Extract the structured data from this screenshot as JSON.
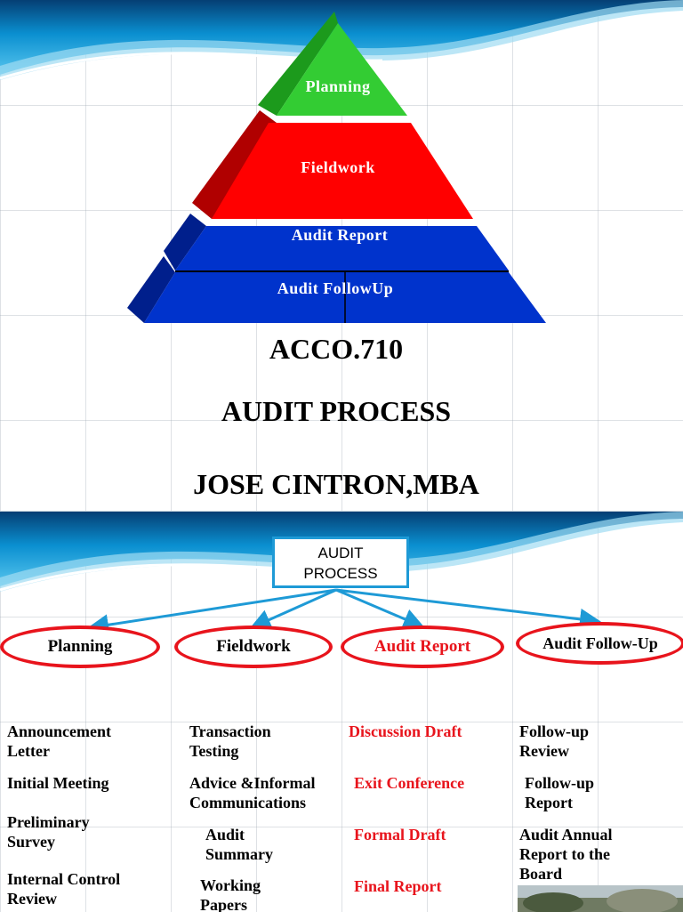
{
  "slide1": {
    "pyramid": [
      {
        "label": "Planning",
        "color": "#33cc33"
      },
      {
        "label": "Fieldwork",
        "color": "#ff0000"
      },
      {
        "label": "Audit Report",
        "color": "#0033cc"
      },
      {
        "label": "Audit FollowUp",
        "color": "#0033cc"
      }
    ],
    "course_code": "ACCO.710",
    "title": "AUDIT PROCESS",
    "author": "JOSE CINTRON,MBA"
  },
  "slide2": {
    "center_box": {
      "line1": "AUDIT",
      "line2": "PROCESS"
    },
    "phases": [
      {
        "label": "Planning",
        "items": [
          "Announcement Letter",
          "Initial Meeting",
          "Preliminary Survey",
          "Internal Control Review"
        ]
      },
      {
        "label": "Fieldwork",
        "items": [
          "Transaction Testing",
          "Advice &Informal Communications",
          "Audit Summary",
          "Working Papers"
        ]
      },
      {
        "label": "Audit Report",
        "items": [
          "Discussion Draft",
          "Exit Conference",
          "Formal Draft",
          "Final Report"
        ]
      },
      {
        "label": "Audit Follow-Up",
        "items": [
          "Follow-up Review",
          "Follow-up Report",
          "Audit Annual Report to the Board"
        ]
      }
    ]
  },
  "colors": {
    "wave_blue": "#0a8fd0",
    "accent_red": "#e8141c",
    "box_border": "#1e9ad6"
  }
}
